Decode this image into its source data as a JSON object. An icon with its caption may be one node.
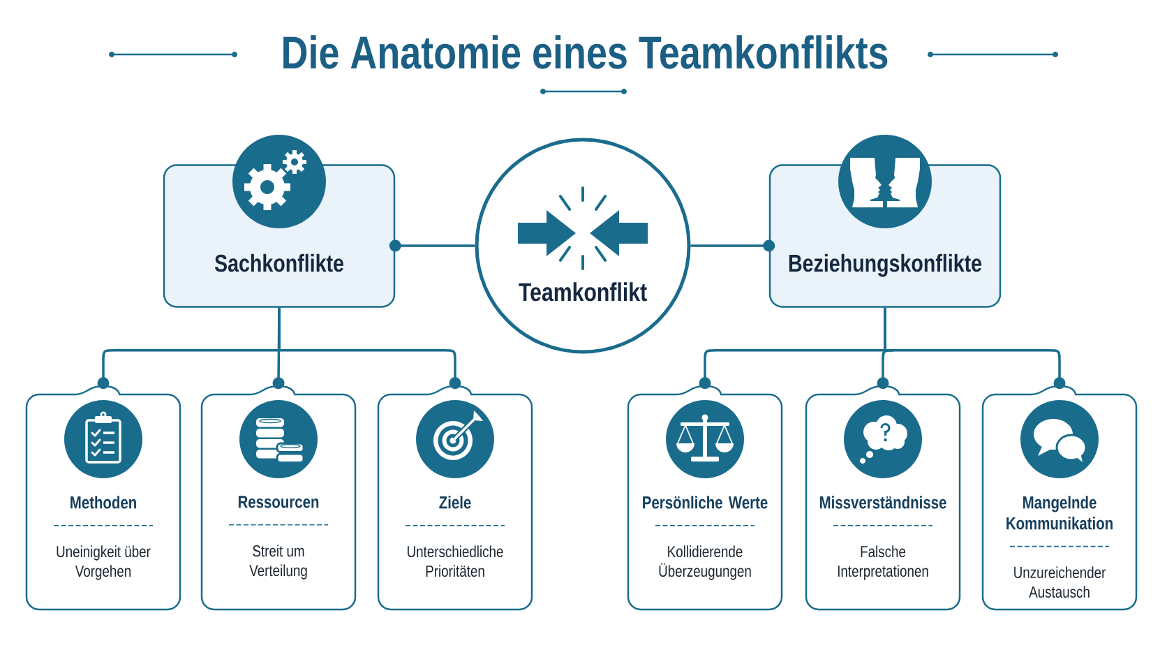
{
  "diagram": {
    "title": "Die Anatomie eines Teamkonflikts",
    "nodes": [
      {
        "text": [
          "Sachkonflikte"
        ]
      },
      {
        "text": [
          "Teamkonflikt"
        ]
      },
      {
        "text": [
          "Beziehungskonflikte"
        ]
      },
      {
        "text": [
          "Methoden",
          "Uneinigkeit über Vorgehen"
        ]
      },
      {
        "text": [
          "Ressourcen",
          "Streit um Verteilung"
        ]
      },
      {
        "text": [
          "Ziele",
          "Unterschiedliche Prioritäten"
        ]
      },
      {
        "text": [
          "Persönliche Werte",
          "Kollidierende Überzeugungen"
        ]
      },
      {
        "text": [
          "Missverständnisse",
          "Falsche Interpretationen"
        ]
      },
      {
        "text": [
          "Mangelnde Kommunikation",
          "Unzureichender Austausch"
        ]
      }
    ],
    "edges": [
      {
        "from": 1,
        "to": 0,
        "arrow": "other"
      },
      {
        "from": 1,
        "to": 2,
        "arrow": "other"
      },
      {
        "from": 0,
        "to": 3,
        "arrow": "other"
      },
      {
        "from": 0,
        "to": 4,
        "arrow": "other"
      },
      {
        "from": 0,
        "to": 5,
        "arrow": "other"
      },
      {
        "from": 2,
        "to": 6,
        "arrow": "other"
      },
      {
        "from": 2,
        "to": 7,
        "arrow": "other"
      },
      {
        "from": 2,
        "to": 8,
        "arrow": "other"
      }
    ]
  }
}
